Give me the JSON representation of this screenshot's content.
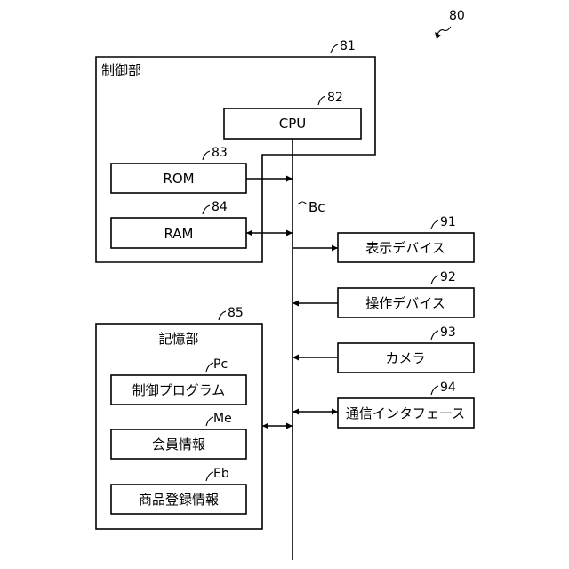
{
  "figure": {
    "ref": "80",
    "bus_label": "Bc"
  },
  "control_unit": {
    "ref": "81",
    "title": "制御部",
    "cpu": {
      "ref": "82",
      "label": "CPU"
    },
    "rom": {
      "ref": "83",
      "label": "ROM"
    },
    "ram": {
      "ref": "84",
      "label": "RAM"
    }
  },
  "storage_unit": {
    "ref": "85",
    "title": "記憶部",
    "items": [
      {
        "ref": "Pc",
        "label": "制御プログラム"
      },
      {
        "ref": "Me",
        "label": "会員情報"
      },
      {
        "ref": "Eb",
        "label": "商品登録情報"
      }
    ]
  },
  "devices": [
    {
      "ref": "91",
      "label": "表示デバイス",
      "arrow": "to-device"
    },
    {
      "ref": "92",
      "label": "操作デバイス",
      "arrow": "to-bus"
    },
    {
      "ref": "93",
      "label": "カメラ",
      "arrow": "to-bus"
    },
    {
      "ref": "94",
      "label": "通信インタフェース",
      "arrow": "both"
    }
  ]
}
